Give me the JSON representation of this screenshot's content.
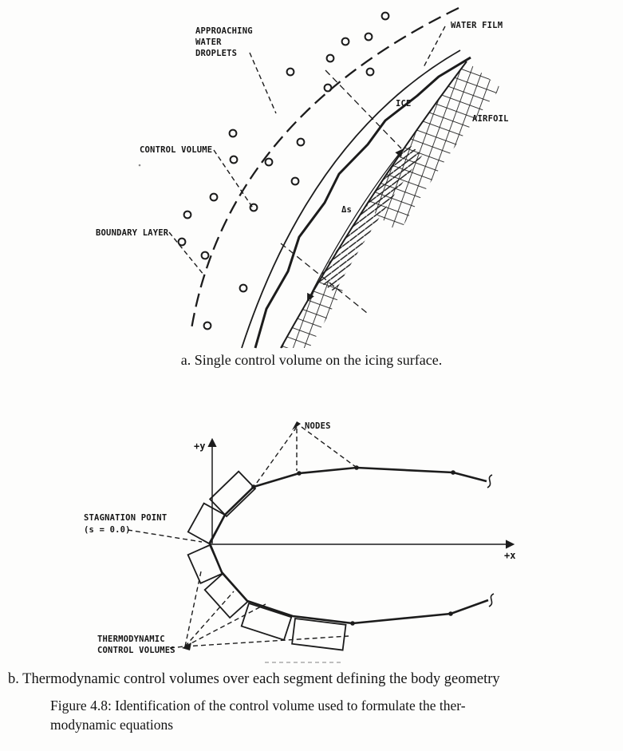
{
  "page": {
    "paper_color": "#fdfdfc",
    "ink_color": "#1c1c1c"
  },
  "diagram_a": {
    "caption": "a. Single control volume on the icing surface.",
    "labels": {
      "approaching_l1": "APPROACHING",
      "approaching_l2": "WATER",
      "approaching_l3": "DROPLETS",
      "water_film": "WATER FILM",
      "ice": "ICE",
      "airfoil": "AIRFOIL",
      "control_volume": "CONTROL VOLUME",
      "boundary_layer": "BOUNDARY LAYER",
      "delta_s": "Δs"
    }
  },
  "diagram_b": {
    "caption": "b. Thermodynamic control volumes over each segment defining the body geometry",
    "labels": {
      "y_axis": "+y",
      "x_axis": "+x",
      "nodes": "NODES",
      "stagnation_l1": "STAGNATION POINT",
      "stagnation_l2": "(s = 0.0)",
      "thermo_l1": "THERMODYNAMIC",
      "thermo_l2": "CONTROL VOLUMES"
    }
  },
  "figure_caption": {
    "line1": "Figure 4.8: Identification of the control volume used to formulate the ther-",
    "line2": "modynamic equations"
  }
}
